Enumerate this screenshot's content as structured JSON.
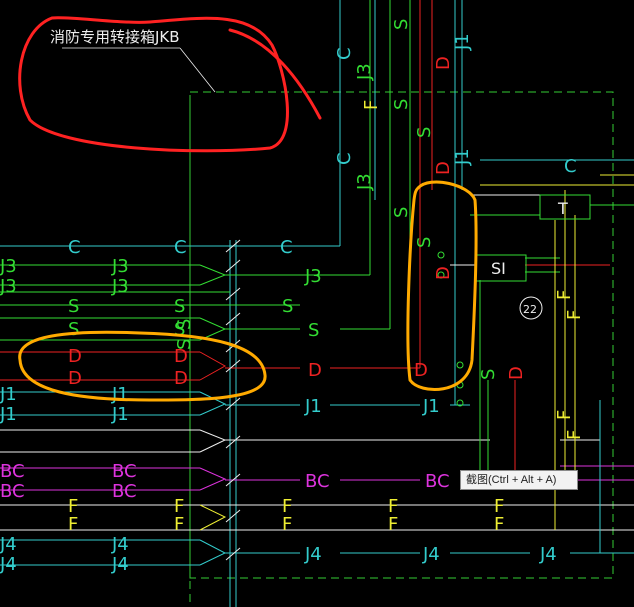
{
  "annotation": {
    "title": "消防专用转接箱JKB"
  },
  "tooltip": {
    "text": "截图(Ctrl + Alt + A)"
  },
  "labels": {
    "C": "C",
    "J3": "J3",
    "S": "S",
    "D": "D",
    "J1": "J1",
    "BC": "BC",
    "F": "F",
    "J4": "J4",
    "T": "T",
    "SI": "SI",
    "node": "22"
  },
  "colors": {
    "background": "#000000",
    "cyan": "#33cccc",
    "green": "#33dd33",
    "red": "#ee2222",
    "magenta": "#dd33dd",
    "yellow": "#dddd33",
    "white": "#eeeeee",
    "box_dash": "#33cc33",
    "highlight_red": "#ff2222",
    "highlight_orange": "#ffaa00"
  }
}
